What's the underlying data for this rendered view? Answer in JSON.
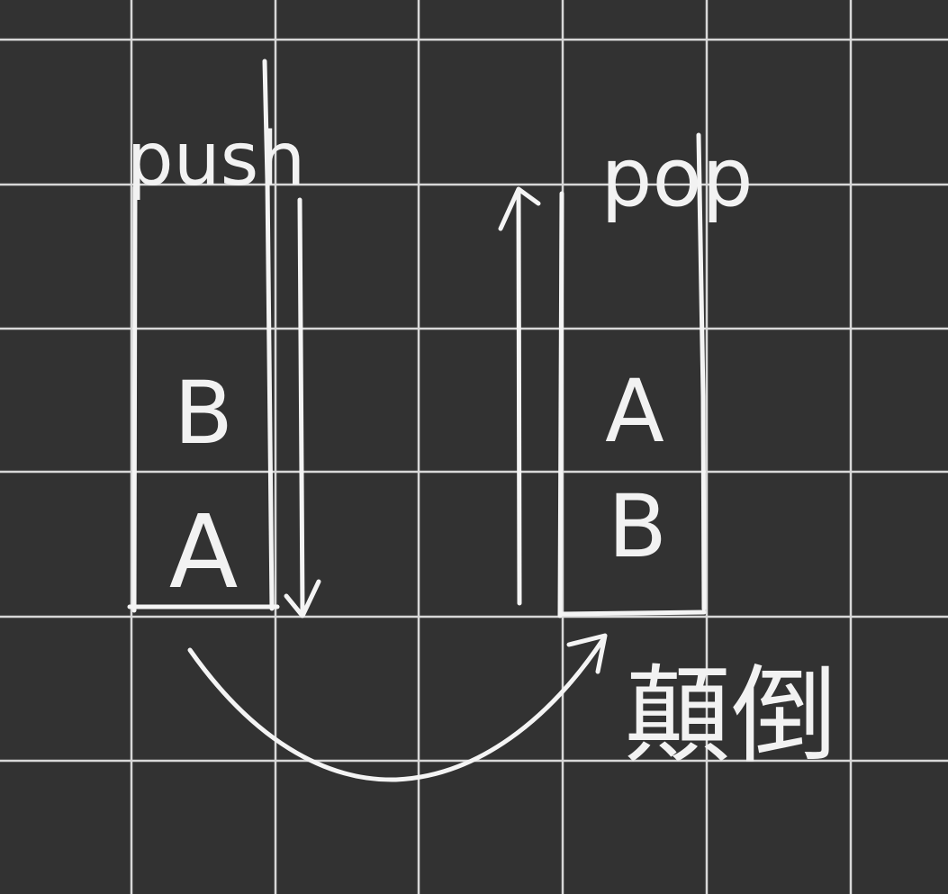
{
  "diagram": {
    "background": "#323232",
    "grid_color": "#d8d8d8",
    "ink_color": "#f4f4f4",
    "left_stack": {
      "label": "push",
      "items_top_to_bottom": [
        "B",
        "A"
      ]
    },
    "right_stack": {
      "label": "pop",
      "items_top_to_bottom": [
        "A",
        "B"
      ]
    },
    "transfer_label": "顛倒"
  }
}
